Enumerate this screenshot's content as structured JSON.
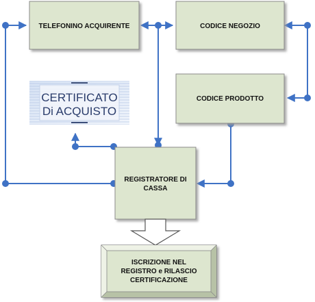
{
  "nodes": {
    "telefonino": {
      "label": "TELEFONINO ACQUIRENTE"
    },
    "codice_negozio": {
      "label": "CODICE NEGOZIO"
    },
    "codice_prodotto": {
      "label": "CODICE PRODOTTO"
    },
    "registratore": {
      "lines": [
        "REGISTRATORE DI",
        "CASSA"
      ]
    },
    "iscrizione": {
      "lines": [
        "ISCRIZIONE NEL",
        "REGISTRO e RILASCIO",
        "CERTIFICAZIONE"
      ]
    }
  },
  "certificate": {
    "lines": [
      "CERTIFICATO",
      "Di ACQUISTO"
    ]
  },
  "colors": {
    "box_fill": "#dde6cf",
    "box_stroke": "#8a8a8a",
    "connector": "#3f72c5",
    "certificate_text": "#2a3c6b"
  }
}
